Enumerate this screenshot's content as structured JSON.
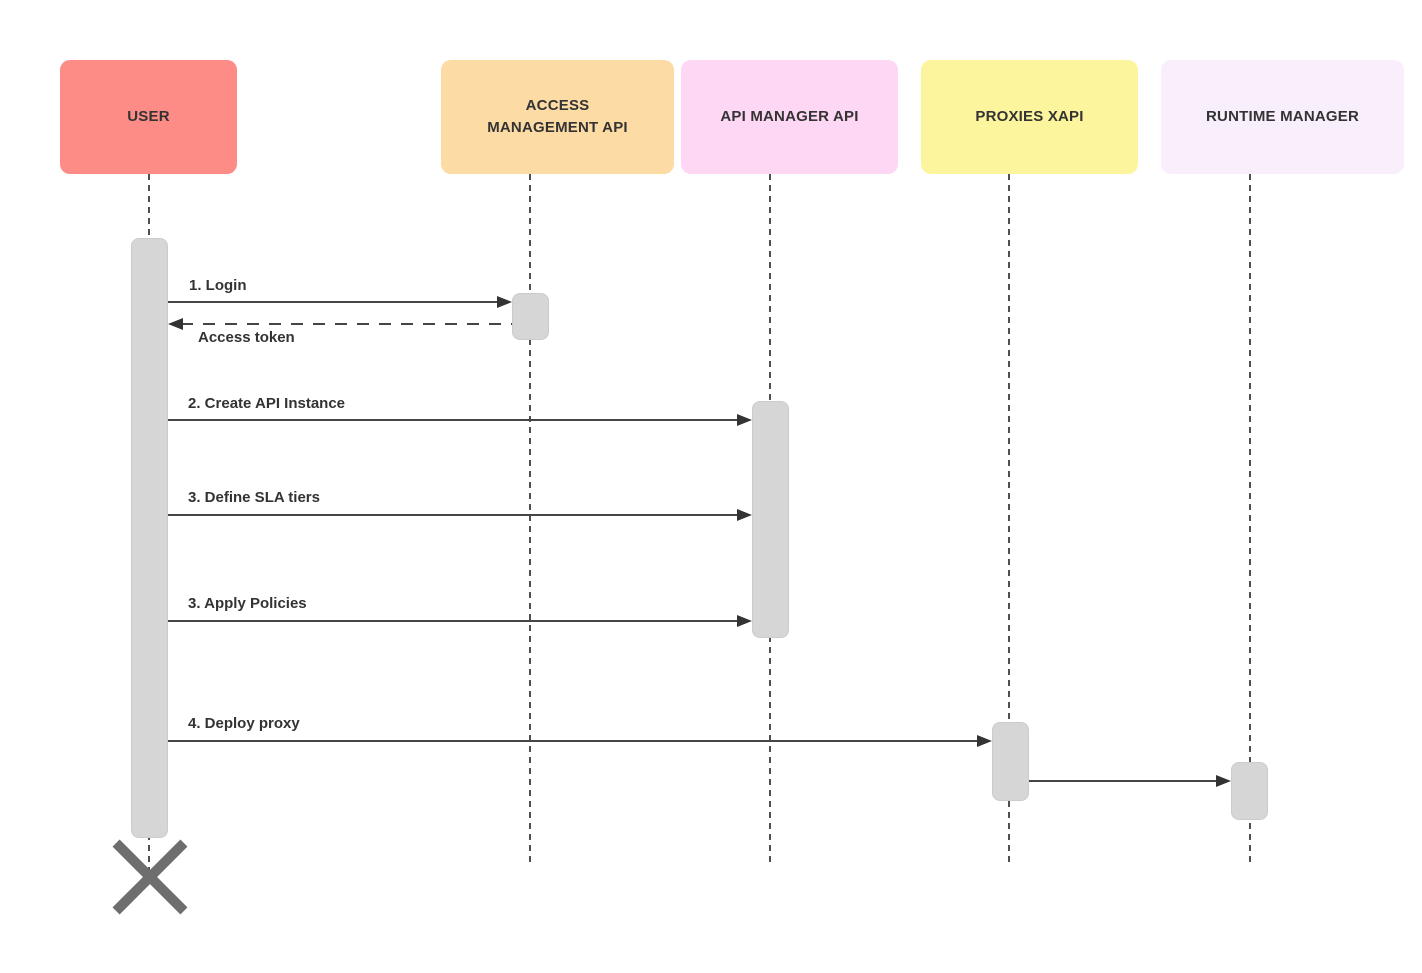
{
  "diagram": {
    "type": "sequence-diagram",
    "background": "#ffffff",
    "line_color": "#454545",
    "arrowhead_color": "#333333",
    "text_color": "#333333",
    "activation_fill": "#d6d6d6",
    "destroy_marker_color": "#6e6e6e"
  },
  "actors": [
    {
      "id": "user",
      "label": "USER",
      "fill": "#fd8b86"
    },
    {
      "id": "access-management-api",
      "label": "ACCESS MANAGEMENT API",
      "fill": "#fcdba5"
    },
    {
      "id": "api-manager-api",
      "label": "API MANAGER API",
      "fill": "#fdd7f3"
    },
    {
      "id": "proxies-xapi",
      "label": "PROXIES XAPI",
      "fill": "#fcf59e"
    },
    {
      "id": "runtime-manager",
      "label": "RUNTIME MANAGER",
      "fill": "#f9eefb"
    }
  ],
  "messages": [
    {
      "label": "1. Login",
      "from": "USER",
      "to": "ACCESS MANAGEMENT API",
      "style": "solid"
    },
    {
      "label": "Access token",
      "from": "ACCESS MANAGEMENT API",
      "to": "USER",
      "style": "dashed-return"
    },
    {
      "label": "2. Create API Instance",
      "from": "USER",
      "to": "API MANAGER API",
      "style": "solid"
    },
    {
      "label": "3. Define SLA tiers",
      "from": "USER",
      "to": "API MANAGER API",
      "style": "solid"
    },
    {
      "label": "3. Apply Policies",
      "from": "USER",
      "to": "API MANAGER API",
      "style": "solid"
    },
    {
      "label": "4. Deploy proxy",
      "from": "USER",
      "to": "PROXIES XAPI",
      "style": "solid"
    },
    {
      "label": "",
      "from": "PROXIES XAPI",
      "to": "RUNTIME MANAGER",
      "style": "solid"
    }
  ],
  "lifecycle": {
    "destroyed_actor": "USER"
  }
}
